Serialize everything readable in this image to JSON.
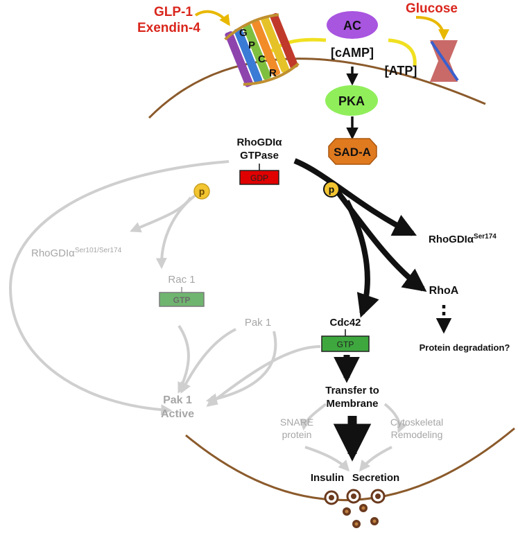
{
  "ligands": {
    "line1": "GLP-1",
    "line2": "Exendin-4"
  },
  "glucose": "Glucose",
  "receptor": {
    "letters": [
      "G",
      "P",
      "C",
      "R"
    ]
  },
  "ac": "AC",
  "camp": "[cAMP]",
  "atp": "[ATP]",
  "pka": "PKA",
  "sada": "SAD-A",
  "rhogdi": {
    "line1": "RhoGDIα",
    "line2": "GTPase",
    "gdp": "GDP"
  },
  "phospho": "p",
  "rhogdi_ser174": {
    "base": "RhoGDIα",
    "sup": "Ser174"
  },
  "rhogdi_ser101": {
    "base": "RhoGDIα",
    "sup": "Ser101/Ser174"
  },
  "rhoa": "RhoA",
  "protein_degradation": "Protein degradation?",
  "rac1": {
    "label": "Rac 1",
    "gtp": "GTP"
  },
  "pak1": "Pak 1",
  "pak1_active": {
    "line1": "Pak 1",
    "line2": "Active"
  },
  "cdc42": {
    "label": "Cdc42",
    "gtp": "GTP"
  },
  "transfer": {
    "line1": "Transfer to",
    "line2": "Membrane"
  },
  "snare": {
    "line1": "SNARE",
    "line2": "protein"
  },
  "cytoskeletal": {
    "line1": "Cytoskeletal",
    "line2": "Remodeling"
  },
  "insulin": {
    "word1": "Insulin",
    "word2": "Secretion"
  },
  "colors": {
    "membrane": "#8b5a2b",
    "ligand_text": "#d9261c",
    "ac_fill": "#a855e0",
    "pka_fill": "#90ee5a",
    "sada_fill": "#e07a1f",
    "gdp_fill": "#e00000",
    "gtp_fill": "#3ea83e",
    "phospho_fill": "#f2c531",
    "active_path": "#111111",
    "inactive_path": "#cfcfcf",
    "inactive_text": "#a6a6a6"
  }
}
